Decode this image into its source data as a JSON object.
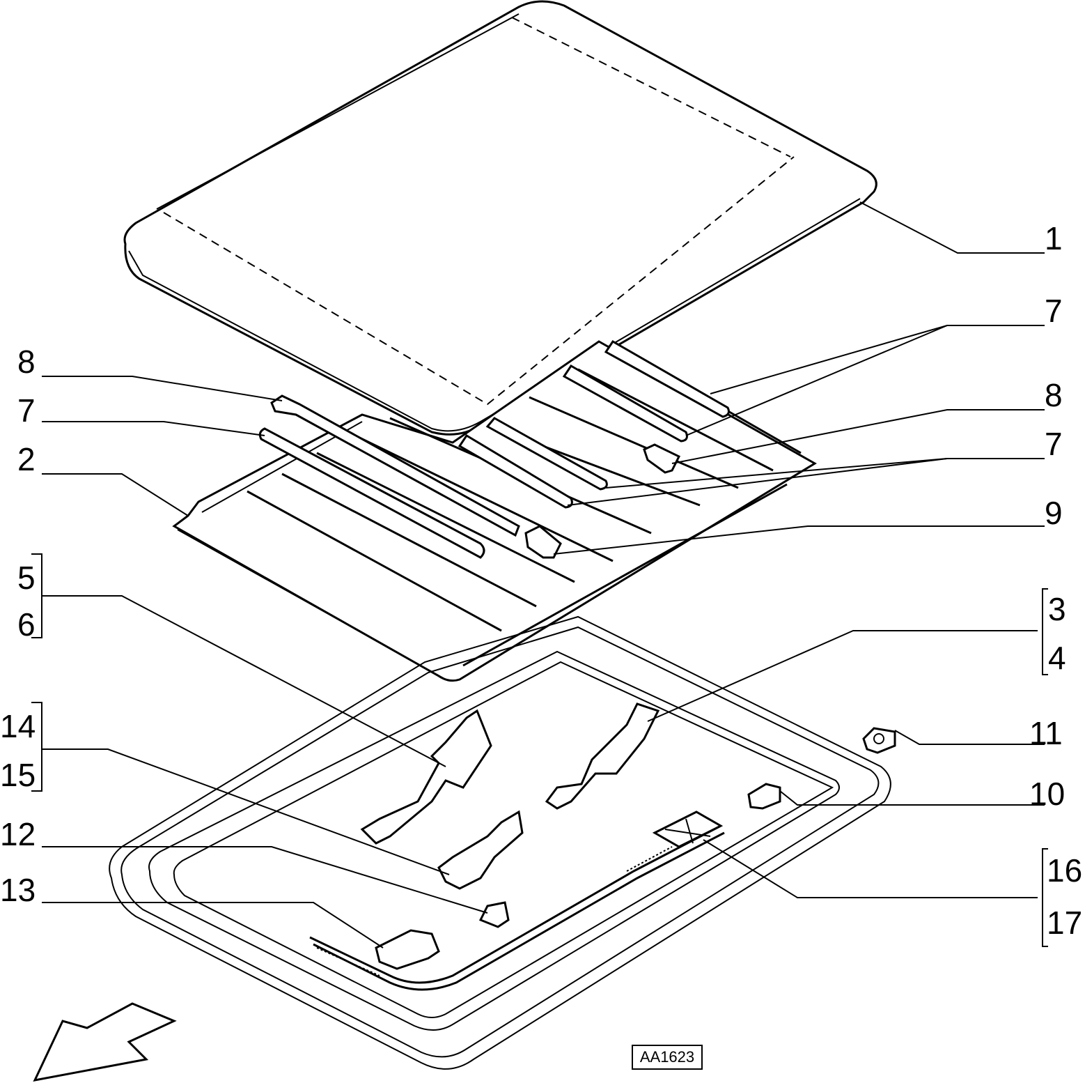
{
  "diagram": {
    "callouts": {
      "c1": "1",
      "c2": "2",
      "c3": "3",
      "c4": "4",
      "c5": "5",
      "c6": "6",
      "c7a": "7",
      "c7b": "7",
      "c7c": "7",
      "c8a": "8",
      "c8b": "8",
      "c9": "9",
      "c10": "10",
      "c11": "11",
      "c12": "12",
      "c13": "13",
      "c14": "14",
      "c15": "15",
      "c16": "16",
      "c17": "17"
    },
    "drawing_code": "AA1623",
    "front_arrow_icon": "direction-arrow-icon"
  }
}
